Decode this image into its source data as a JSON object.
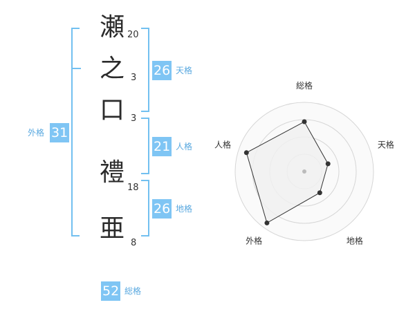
{
  "name": {
    "chars": [
      {
        "char": "瀬",
        "strokes": "20"
      },
      {
        "char": "之",
        "strokes": "3"
      },
      {
        "char": "口",
        "strokes": "3"
      },
      {
        "char": "禮",
        "strokes": "18"
      },
      {
        "char": "亜",
        "strokes": "8"
      }
    ]
  },
  "fortunes": {
    "tenkaku": {
      "label": "天格",
      "value": "26"
    },
    "jinkaku": {
      "label": "人格",
      "value": "21"
    },
    "chikaku": {
      "label": "地格",
      "value": "26"
    },
    "gaikaku": {
      "label": "外格",
      "value": "31"
    },
    "soukaku": {
      "label": "総格",
      "value": "52"
    }
  },
  "colors": {
    "accent": "#7fc5f4",
    "bracket": "#72c0f0",
    "label": "#5aa9e0"
  },
  "chart_data": {
    "type": "radar",
    "axes": [
      "総格",
      "天格",
      "地格",
      "外格",
      "人格"
    ],
    "values": [
      0.72,
      0.36,
      0.38,
      0.92,
      0.88
    ],
    "max": 1,
    "rings": 4,
    "colors": {
      "fill": "#f0f0f0",
      "line": "#333333",
      "ring": "#d6d6d6",
      "point": "#333333",
      "center": "#bbbbbb"
    }
  }
}
